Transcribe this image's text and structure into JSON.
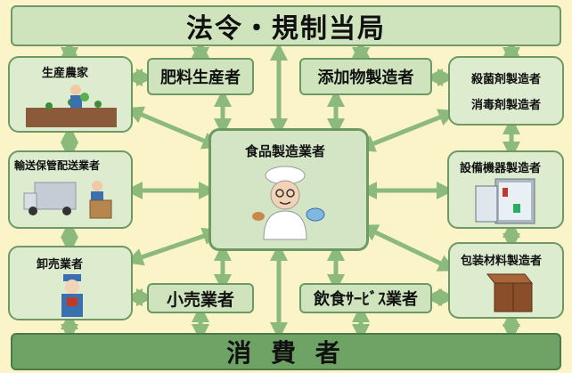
{
  "nodes": {
    "regulator": "法令・規制当局",
    "farmer": "生産農家",
    "fertilizer": "肥料生産者",
    "additive": "添加物製造者",
    "sterilizer_1": "殺菌剤製造者",
    "sterilizer_2": "消毒剤製造者",
    "logistics": "輸送保管配送業者",
    "food_manufacturer": "食品製造業者",
    "equipment": "設備機器製造者",
    "wholesale": "卸売業者",
    "retail": "小売業者",
    "food_service": "飲食ｻｰﾋﾞｽ業者",
    "packaging": "包装材料製造者",
    "consumer": "消 費 者"
  },
  "colors": {
    "background": "#fbf4c9",
    "box_fill": "#ddebcf",
    "box_border": "#6d9a63",
    "arrow": "#8cba7d",
    "consumer_bar": "#6fa366"
  }
}
